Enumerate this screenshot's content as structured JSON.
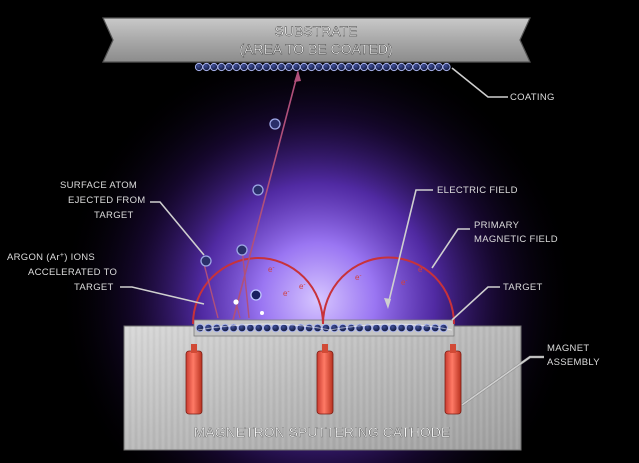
{
  "substrate": {
    "line1": "SUBSTRATE",
    "line2": "(AREA TO BE COATED)"
  },
  "labels": {
    "coating": "COATING",
    "surface_atom": [
      "SURFACE ATOM",
      "EJECTED FROM",
      "TARGET"
    ],
    "argon_line1_pre": "ARGON (Ar",
    "argon_line1_sup": "+",
    "argon_line1_post": ") IONS",
    "argon_rest": [
      "ACCELERATED TO",
      "TARGET"
    ],
    "electric_field": "ELECTRIC FIELD",
    "primary_field": [
      "PRIMARY",
      "MAGNETIC FIELD"
    ],
    "target": "TARGET",
    "magnet_assembly": [
      "MAGNET",
      "ASSEMBLY"
    ]
  },
  "cathode": {
    "label": "MAGNETRON SPUTTERING CATHODE"
  },
  "ions": {
    "symbol": "e",
    "charge": "-"
  },
  "colors": {
    "background": "#000000",
    "glow": "#8f5bff",
    "field_line": "#c8323a",
    "magnet": "#f0604e",
    "particle": "#8e9ad6",
    "trajectory": "#b0507a"
  }
}
